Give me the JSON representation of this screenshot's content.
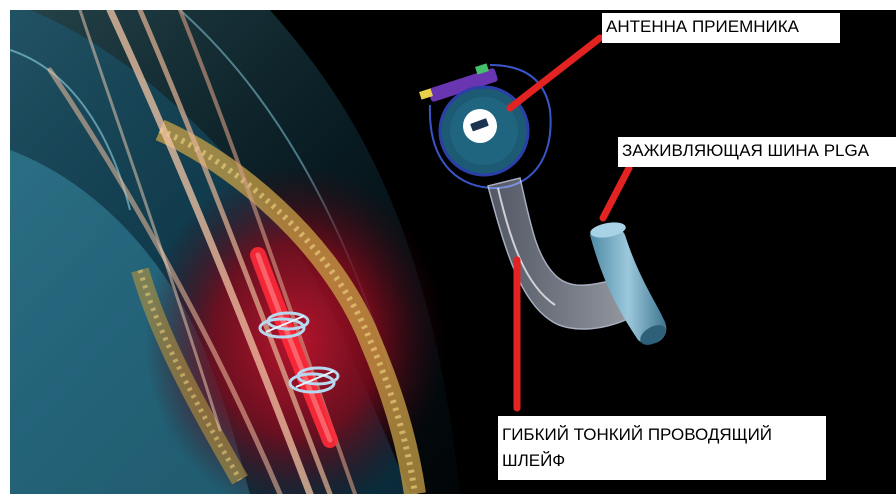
{
  "labels": {
    "receiver_antenna": "АНТЕННА ПРИЕМНИКА",
    "healing_plga": "ЗАЖИВЛЯЮЩАЯ ШИНА PLGA",
    "flexible_cable_line1": "ГИБКИЙ ТОНКИЙ ПРОВОДЯЩИЙ",
    "flexible_cable_line2": "ШЛЕЙФ"
  },
  "colors": {
    "background": "#000000",
    "pointer": "#e32222",
    "tissue_cyan": "#6fd6f0",
    "tissue_red": "#8a0b1c",
    "fat_yellow": "#c9a247",
    "device_blue": "#1f5f7a",
    "plga_tube": "#7fb4cc"
  }
}
